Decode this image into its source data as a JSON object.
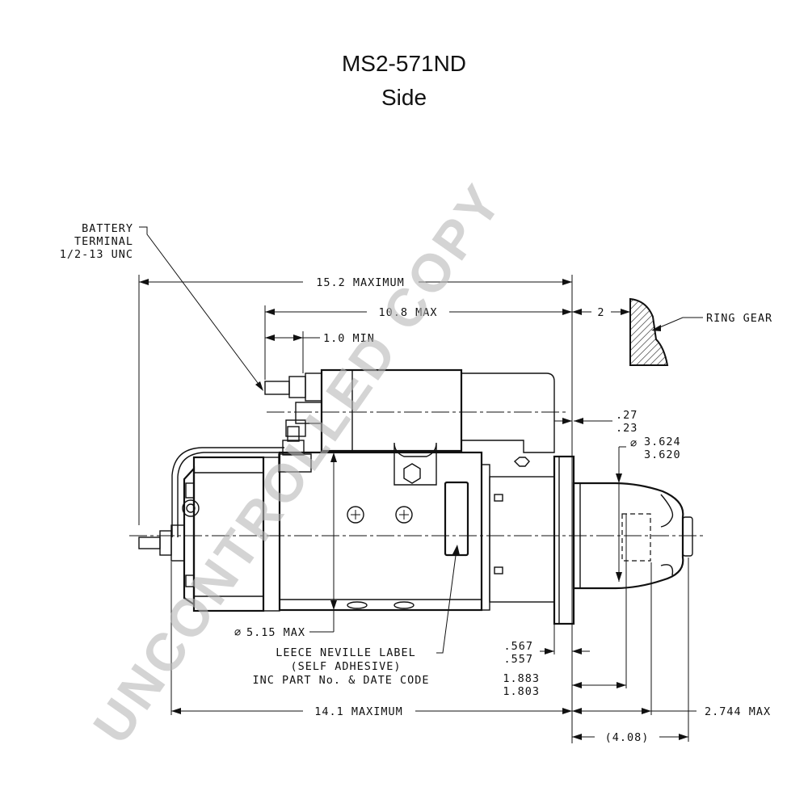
{
  "title": {
    "model": "MS2-571ND",
    "view": "Side"
  },
  "watermark": "UNCONTROLLED COPY",
  "callouts": {
    "battery_terminal": [
      "BATTERY",
      "TERMINAL",
      "1/2-13 UNC"
    ],
    "ring_gear": "RING GEAR",
    "label_note": [
      "LEECE NEVILLE LABEL",
      "(SELF ADHESIVE)",
      "INC PART No. & DATE CODE"
    ]
  },
  "dimensions": {
    "overall_max": "15.2 MAXIMUM",
    "solenoid_max": "10.8 MAX",
    "terminal_min": "1.0 MIN",
    "ring_gear_gap": "2",
    "flange_thickness_max": ".27",
    "flange_thickness_min": ".23",
    "pilot_dia_max": "3.624",
    "pilot_dia_min": "3.620",
    "body_dia": "5.15 MAX",
    "pinion_offset_max": ".567",
    "pinion_offset_min": ".557",
    "pinion_len_max": "1.883",
    "pinion_len_min": "1.803",
    "body_length": "14.1 MAXIMUM",
    "nose_max": "2.744 MAX",
    "nose_ref": "(4.08)"
  },
  "symbols": {
    "diameter": "⌀"
  },
  "colors": {
    "line": "#111111",
    "watermark": "#b8b8b8",
    "background": "#ffffff"
  }
}
